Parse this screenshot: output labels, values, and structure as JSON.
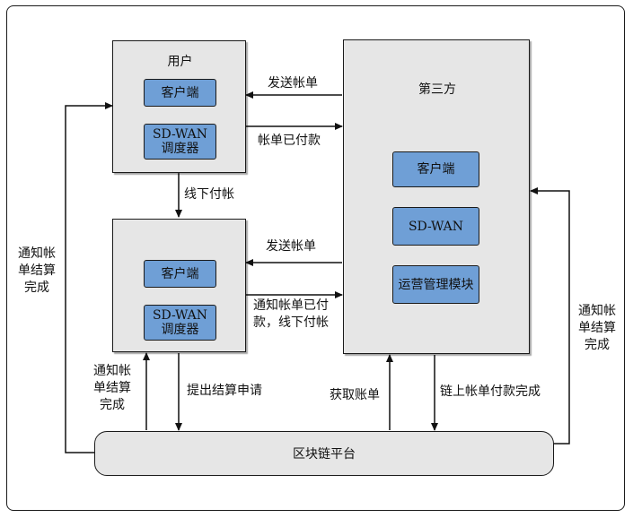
{
  "user_box": {
    "title": "用户",
    "client": "客户端",
    "sdwan": "SD-WAN\n调度器"
  },
  "user2_box": {
    "client": "客户端",
    "sdwan": "SD-WAN\n调度器"
  },
  "third_party": {
    "title": "第三方",
    "client": "客户端",
    "sdwan": "SD-WAN",
    "ops": "运营管理模块"
  },
  "platform": {
    "label": "区块链平台"
  },
  "edges": {
    "send_bill_1": "发送帐单",
    "bill_paid": "帐单已付款",
    "offline_pay": "线下付帐",
    "send_bill_2": "发送帐单",
    "notify_paid_offline": "通知帐单已付\n款，线下付帐",
    "notify_left_outer": "通知帐\n单结算\n完成",
    "notify_left_inner": "通知帐\n单结算\n完成",
    "submit_settlement": "提出结算申请",
    "fetch_bill": "获取账单",
    "chain_paid": "链上帐单付款完成",
    "notify_right_outer": "通知帐\n单结算\n完成"
  }
}
